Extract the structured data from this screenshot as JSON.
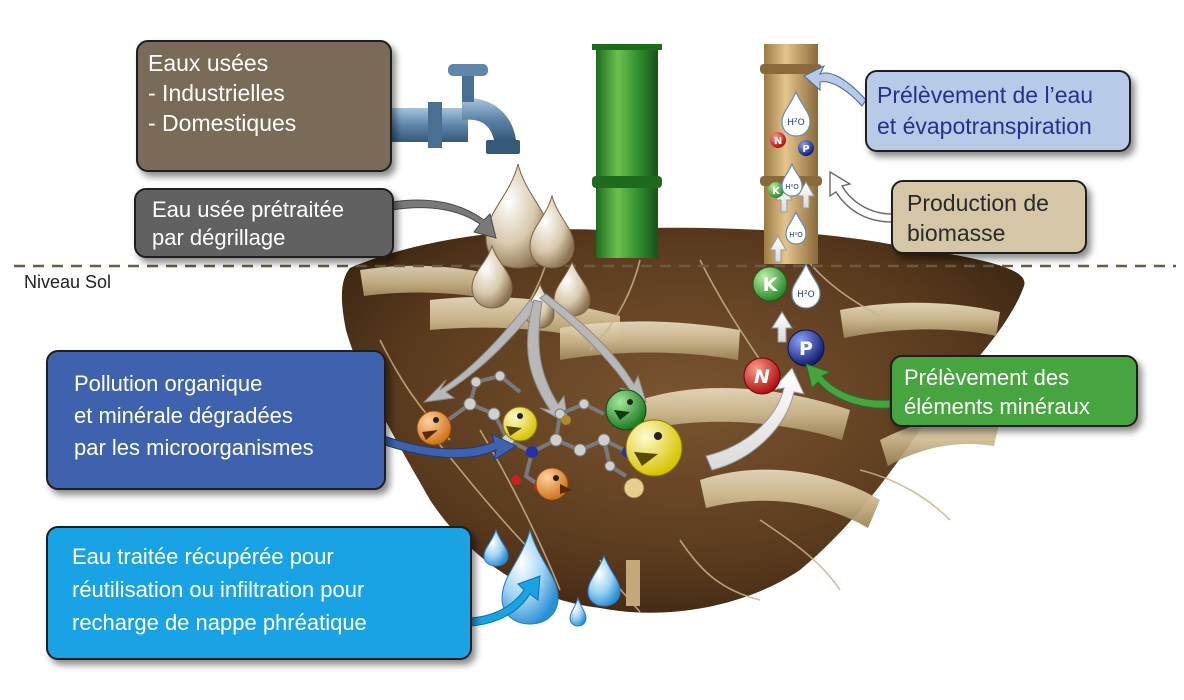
{
  "ground_label": "Niveau Sol",
  "wastewater": {
    "title": "Eaux usées",
    "lines": [
      "- Industrielles",
      "- Domestiques"
    ]
  },
  "pretreated": {
    "lines": [
      "Eau usée prétraitée",
      "par dégrillage"
    ]
  },
  "uptake_water": {
    "lines": [
      "Prélèvement de l’eau",
      "et évapotranspiration"
    ]
  },
  "biomass": {
    "lines": [
      "Production de",
      "biomasse"
    ]
  },
  "pollution": {
    "lines": [
      "Pollution organique",
      "et minérale dégradées",
      "par les microorganismes"
    ]
  },
  "mineral_uptake": {
    "lines": [
      "Prélèvement des",
      "éléments minéraux"
    ]
  },
  "treated_water": {
    "lines": [
      "Eau traitée  récupérée pour",
      "réutilisation ou infiltration pour",
      "recharge de nappe phréatique"
    ]
  },
  "elements": {
    "k": "K",
    "p": "P",
    "n": "N",
    "h2o": "H²O"
  },
  "colors": {
    "wastewater_box": "#7a6a58",
    "pretreated_box": "#616161",
    "uptake_box": "#b7cbe8",
    "uptake_text": "#25318c",
    "biomass_box": "#d4c6a6",
    "pollution_box": "#3e62ad",
    "mineral_box": "#47a53f",
    "treated_box": "#1aa3e4",
    "bamboo_green": "#2e8b2e",
    "bamboo_dry": "#c8a46a",
    "soil": "#6b4a2a",
    "ball_k": "#3fa53f",
    "ball_p": "#1f2f8a",
    "ball_n": "#d32020"
  }
}
